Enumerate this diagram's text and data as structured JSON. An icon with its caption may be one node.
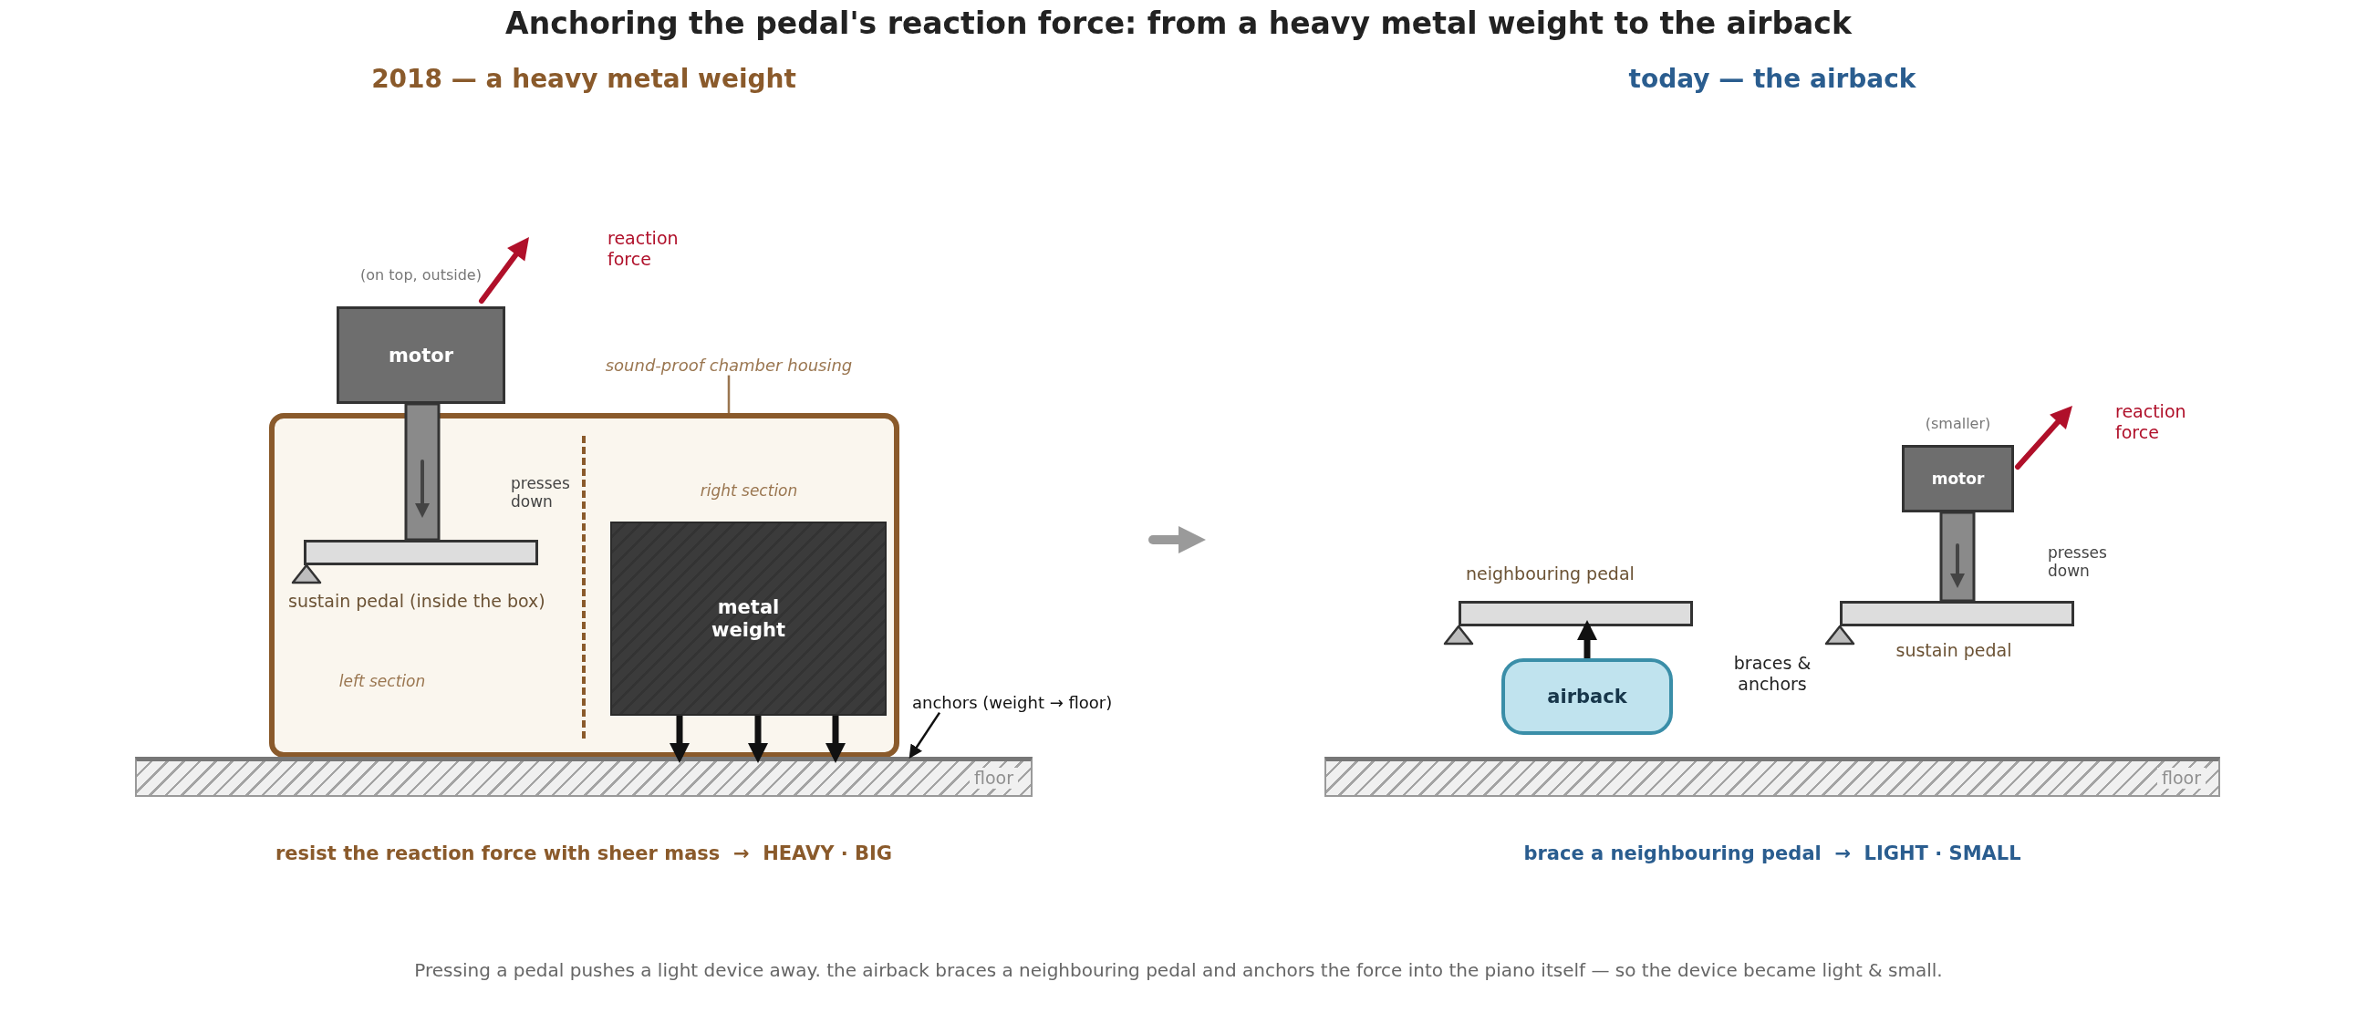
{
  "diagram": {
    "title": "Anchoring the pedal's reaction force: from a heavy metal weight to the airback",
    "caption": "Pressing a pedal pushes a light device away. the airback braces a neighbouring pedal and anchors the force into the piano itself — so the device became light & small.",
    "nodes": [
      {
        "text": [
          "motor"
        ],
        "beside": [
          "(on top, outside)"
        ]
      },
      {
        "text": [
          "sound-proof chamber housing"
        ]
      },
      {
        "text": [
          "left section",
          "right section"
        ]
      },
      {
        "text": [
          "sustain pedal (inside the box)"
        ],
        "in": 2
      },
      {
        "text": [
          "metal weight"
        ],
        "in": 2
      },
      {
        "text": [
          "anchors (weight → floor)"
        ]
      },
      {
        "text": [
          "floor"
        ]
      },
      {
        "text": [
          "motor"
        ],
        "beside": [
          "(smaller)"
        ]
      },
      {
        "text": [
          "neighbouring pedal"
        ]
      },
      {
        "text": [
          "sustain pedal"
        ]
      },
      {
        "text": [
          "airback"
        ]
      },
      {
        "text": [
          "floor"
        ]
      }
    ],
    "edges": [
      {
        "from": 1,
        "to": 2,
        "arrow": "none",
        "color": "#9a7650"
      },
      {
        "from": 4,
        "to": 6,
        "arrow": "to"
      },
      {
        "from": 4,
        "to": 6,
        "arrow": "to"
      },
      {
        "from": 4,
        "to": 6,
        "arrow": "to"
      },
      {
        "from": 5,
        "to": 6,
        "arrow": "to"
      },
      {
        "from": 10,
        "to": 8,
        "arrow": "to"
      }
    ],
    "labels": [
      "2018 — a heavy metal weight",
      "today — the airback",
      "reaction force",
      "presses down",
      "resist the reaction force with sheer mass  →  HEAVY · BIG",
      "reaction force",
      "presses down",
      "braces & anchors",
      "brace a neighbouring pedal  →  LIGHT · SMALL"
    ]
  }
}
